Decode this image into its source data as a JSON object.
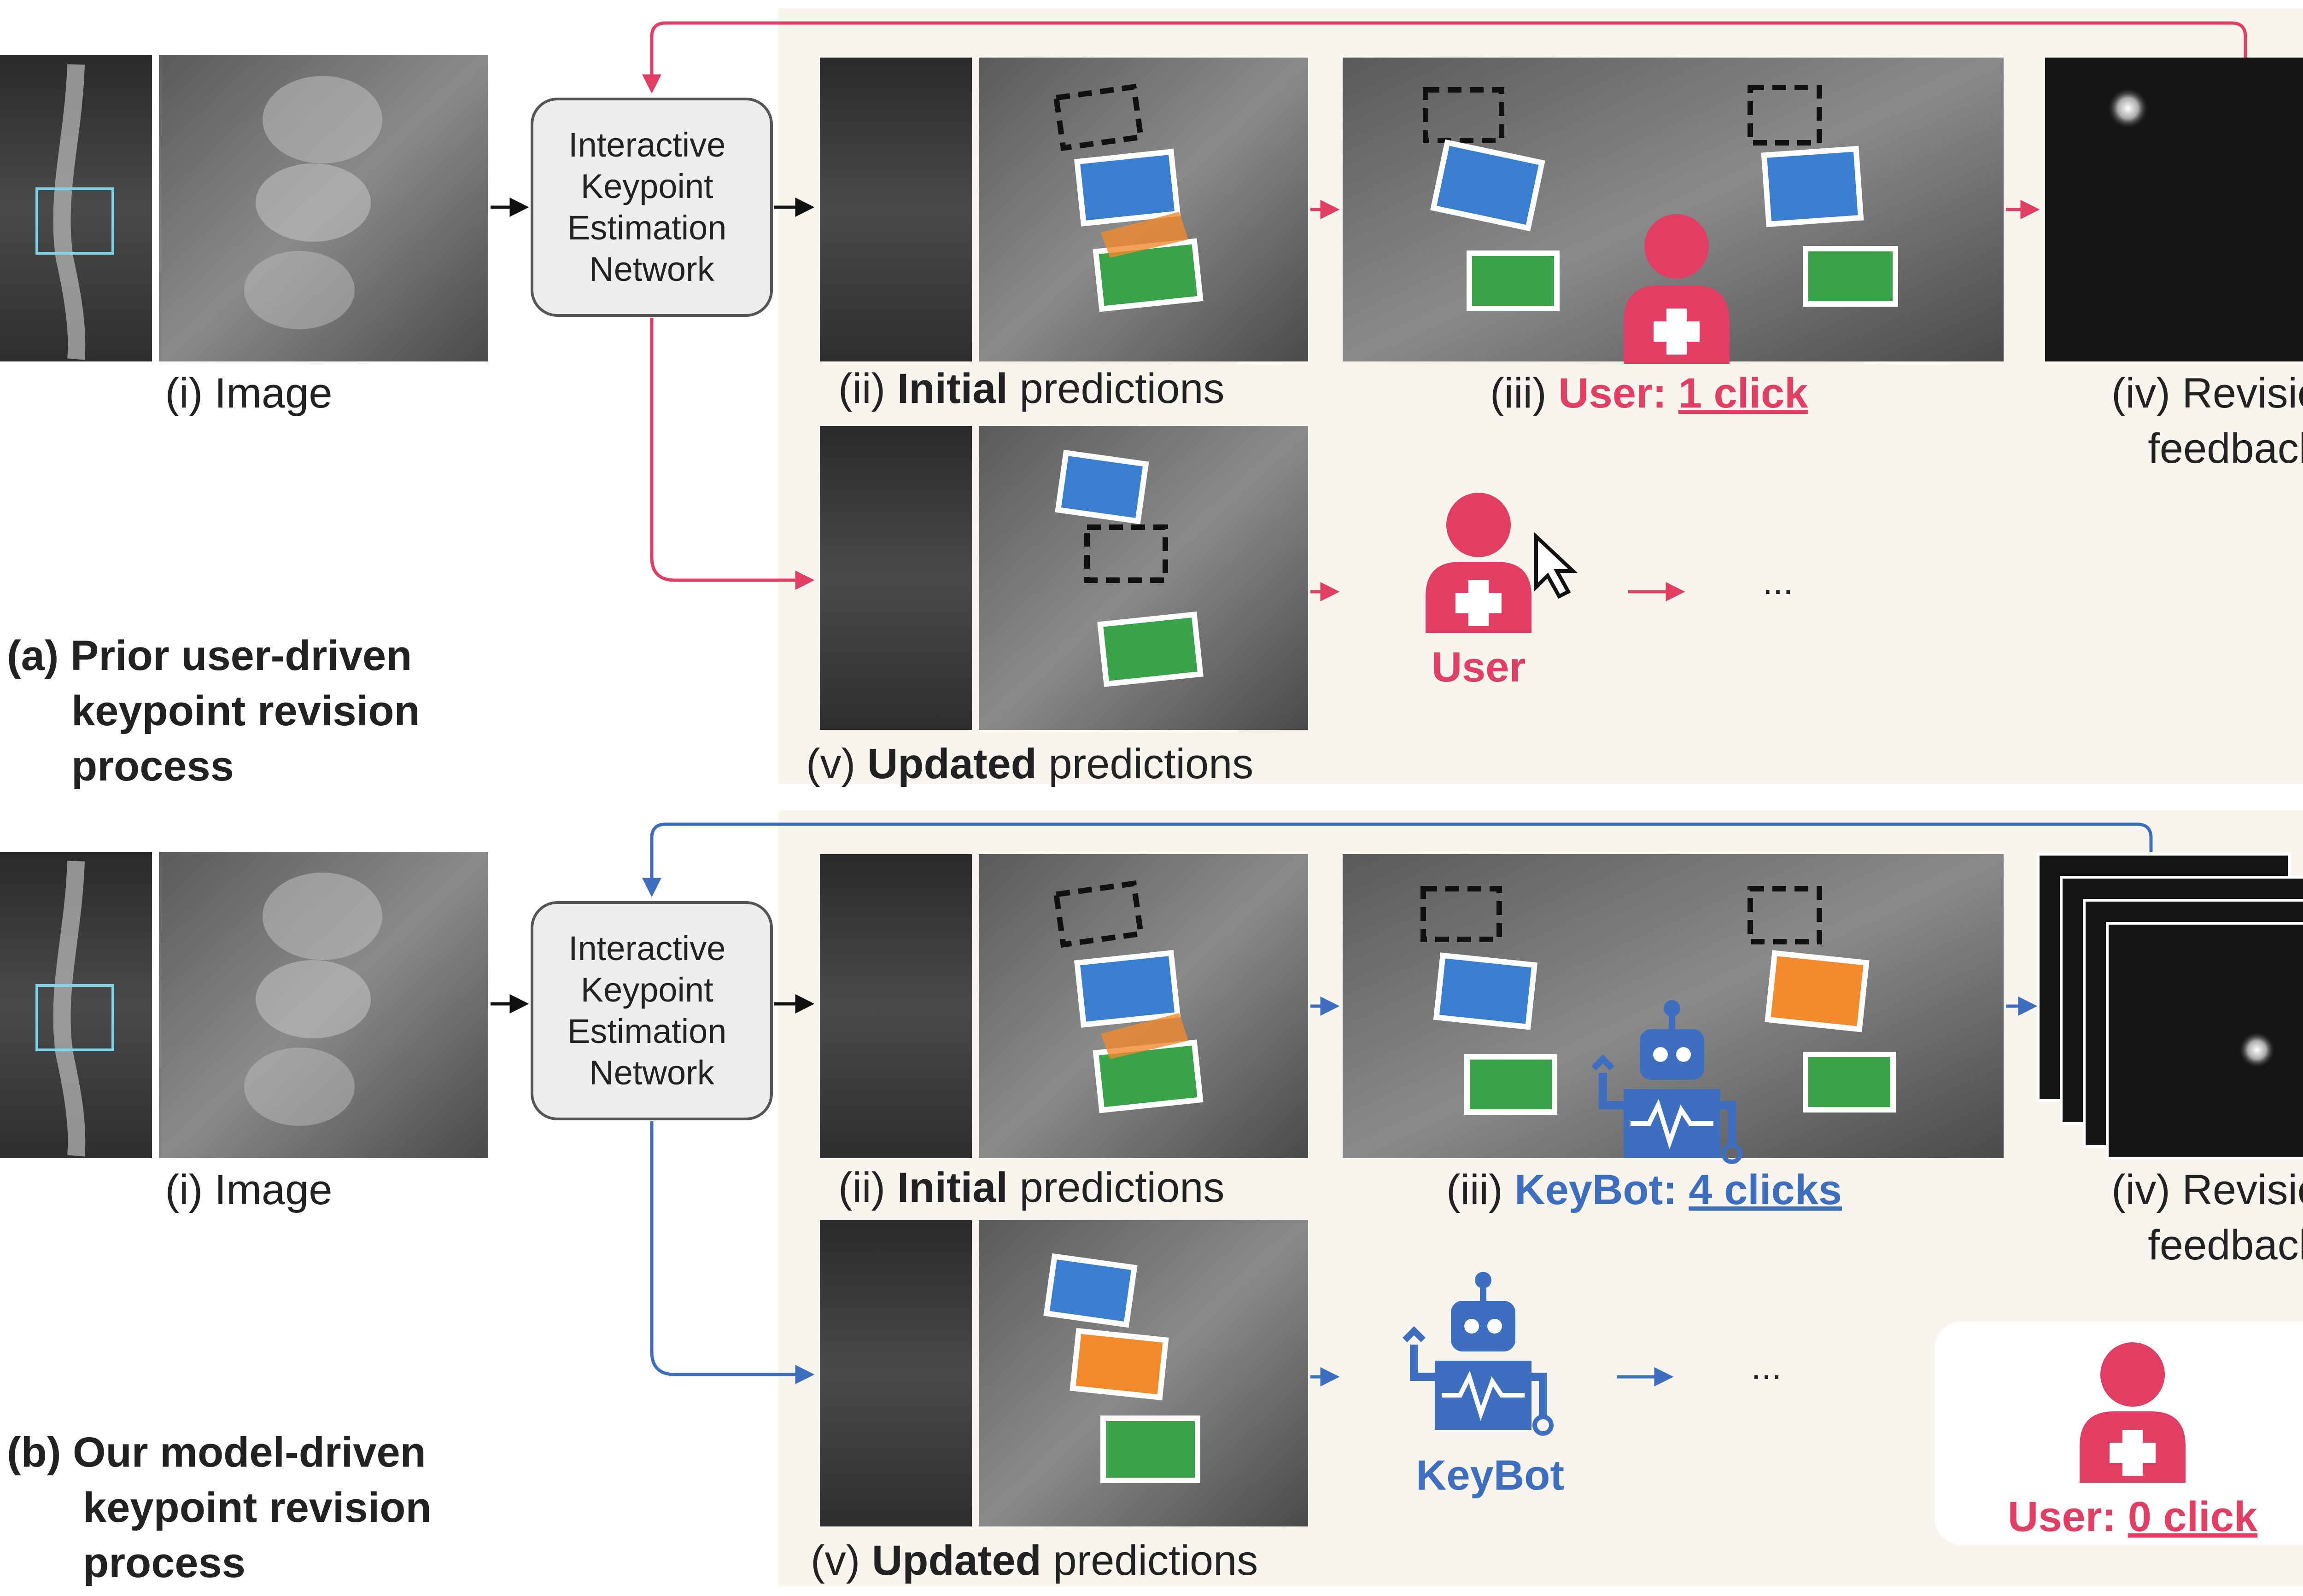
{
  "colors": {
    "panel_bg": "#f7f5ee",
    "user_pink": "#e23d63",
    "keybot_blue": "#3d6ec0",
    "vertebra_blue": "#3a7fcf",
    "vertebra_green": "#3aa34a",
    "vertebra_orange": "#f08a2c",
    "highlight_box": "#7fd3e6",
    "network_box_bg": "#ededed",
    "black_panel": "#151515"
  },
  "top": {
    "section_label": [
      "(a) Prior user-driven",
      "keypoint revision",
      "process"
    ],
    "image_caption": "(i) Image",
    "network_label": [
      "Interactive",
      "Keypoint",
      "Estimation",
      "Network"
    ],
    "initial_caption": {
      "prefix": "(ii) ",
      "bold": "Initial",
      "suffix": " predictions"
    },
    "user_caption": {
      "prefix": "(iii) ",
      "bold": "User: ",
      "underlined": "1 click"
    },
    "feedback_caption": [
      "(iv) Revision",
      "feedback"
    ],
    "updated_caption": {
      "prefix": "(v) ",
      "bold": "Updated",
      "suffix": " predictions"
    },
    "agent_label": "User",
    "ellipsis": "..."
  },
  "bottom": {
    "section_label": [
      "(b) Our model-driven",
      "keypoint revision",
      "process"
    ],
    "image_caption": "(i) Image",
    "network_label": [
      "Interactive",
      "Keypoint",
      "Estimation",
      "Network"
    ],
    "initial_caption": {
      "prefix": "(ii) ",
      "bold": "Initial",
      "suffix": " predictions"
    },
    "keybot_caption": {
      "prefix": "(iii) ",
      "bold": "KeyBot: ",
      "underlined": "4 clicks"
    },
    "feedback_caption": [
      "(iv) Revision",
      "feedback"
    ],
    "updated_caption": {
      "prefix": "(v) ",
      "bold": "Updated",
      "suffix": " predictions"
    },
    "agent_label": "KeyBot",
    "ellipsis": "...",
    "user_card_caption": {
      "bold": "User: ",
      "underlined": "0 click"
    }
  }
}
